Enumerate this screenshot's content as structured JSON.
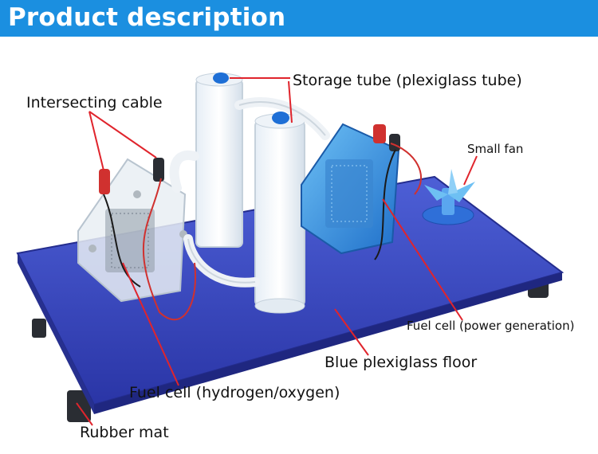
{
  "banner": {
    "title": "Product description"
  },
  "labels": {
    "storage_tube": "Storage tube (plexiglass tube)",
    "intersecting_cable": "Intersecting cable",
    "small_fan": "Small fan",
    "fuel_cell_power": "Fuel cell (power generation)",
    "blue_floor": "Blue plexiglass floor",
    "fuel_cell_h2o2": "Fuel cell (hydrogen/oxygen)",
    "rubber_mat": "Rubber mat"
  },
  "colors": {
    "banner": "#1b8fe0",
    "leader_line": "#e0242c",
    "base_plate": "#3441b8",
    "fuel_cell_blue": "#2f8fe0"
  }
}
